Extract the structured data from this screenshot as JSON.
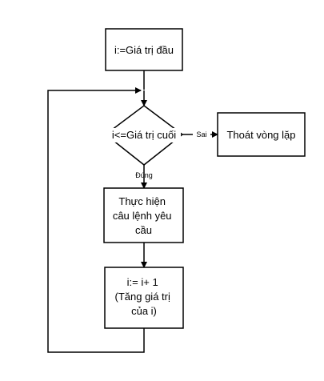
{
  "nodes": {
    "init": {
      "lines": [
        "i:=Giá trị đầu"
      ]
    },
    "condition": {
      "lines": [
        "i<=Giá trị cuối"
      ]
    },
    "exit": {
      "lines": [
        "Thoát vòng lặp"
      ]
    },
    "action": {
      "lines": [
        "Thực hiện",
        "câu lệnh yêu",
        "cầu"
      ]
    },
    "increment": {
      "lines": [
        "i:= i+ 1",
        "(Tăng giá trị",
        "của i)"
      ]
    }
  },
  "edges": {
    "false_label": "Sai",
    "true_label": "Đúng"
  }
}
